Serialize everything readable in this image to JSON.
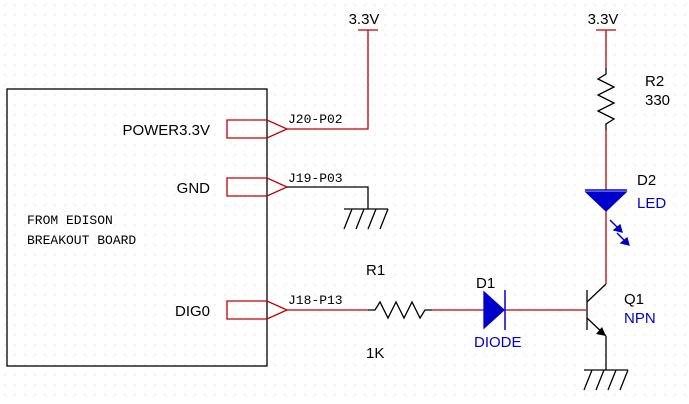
{
  "board": {
    "label_line1": "FROM EDISON",
    "label_line2": "BREAKOUT BOARD",
    "pins": [
      {
        "name": "POWER3.3V",
        "net": "J20-P02"
      },
      {
        "name": "GND",
        "net": "J19-P03"
      },
      {
        "name": "DIG0",
        "net": "J18-P13"
      }
    ]
  },
  "supplies": [
    {
      "label": "3.3V"
    },
    {
      "label": "3.3V"
    }
  ],
  "components": {
    "r1": {
      "ref": "R1",
      "value": "1K"
    },
    "d1": {
      "ref": "D1",
      "value": "DIODE"
    },
    "r2": {
      "ref": "R2",
      "value": "330"
    },
    "d2": {
      "ref": "D2",
      "value": "LED"
    },
    "q1": {
      "ref": "Q1",
      "value": "NPN"
    }
  },
  "colors": {
    "wire": "#c00000",
    "component": "#0000cc",
    "outline": "#000000",
    "grid_dot": "#cccccc"
  }
}
